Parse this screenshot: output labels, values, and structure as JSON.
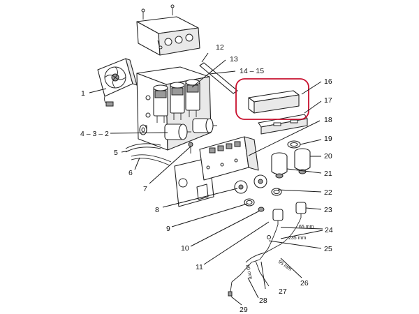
{
  "callouts": {
    "c1": "1",
    "c4_3_2": "4 – 3 – 2",
    "c5": "5",
    "c6": "6",
    "c7": "7",
    "c8": "8",
    "c9": "9",
    "c10": "10",
    "c11": "11",
    "c12": "12",
    "c13": "13",
    "c14_15": "14 – 15",
    "c16": "16",
    "c17": "17",
    "c18": "18",
    "c19": "19",
    "c20": "20",
    "c21": "21",
    "c22": "22",
    "c23": "23",
    "c24": "24",
    "c25": "25",
    "c26": "26",
    "c27": "27",
    "c28": "28",
    "c29": "29"
  },
  "dimensions": {
    "d65": "65 mm",
    "d235": "235 mm",
    "d95": "95 mm",
    "d80": "80 mm"
  },
  "colors": {
    "highlight": "#c8102e"
  }
}
